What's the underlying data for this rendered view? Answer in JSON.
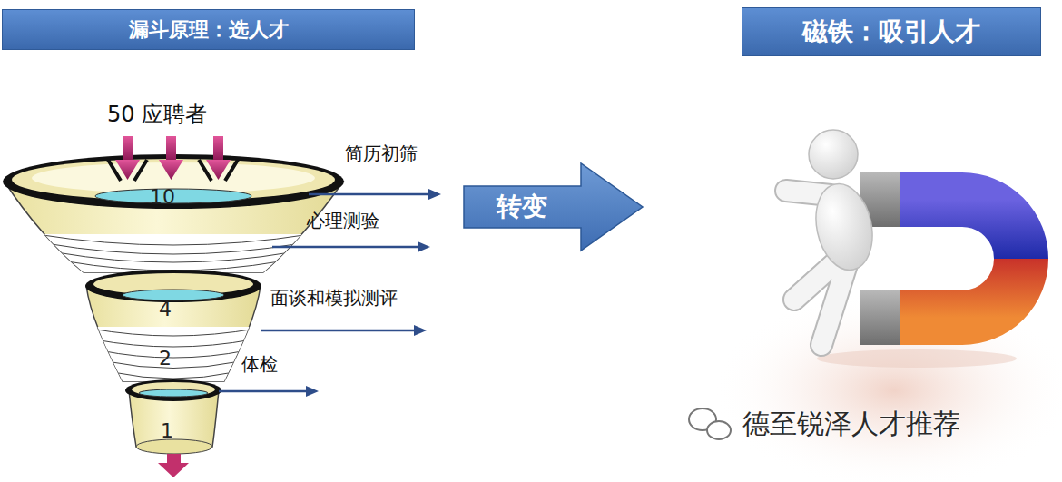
{
  "diagram": {
    "nodes": [
      {
        "text": [
          "漏斗原理：选人才"
        ]
      },
      {
        "text": [
          "磁铁：吸引人才"
        ]
      },
      {
        "text": [
          "转变"
        ]
      }
    ],
    "labels": [
      "50 应聘者",
      "10",
      "4",
      "2",
      "1",
      "简历初筛",
      "心理测验",
      "面谈和模拟测评",
      "体检",
      "德至锐泽人才推荐"
    ]
  }
}
